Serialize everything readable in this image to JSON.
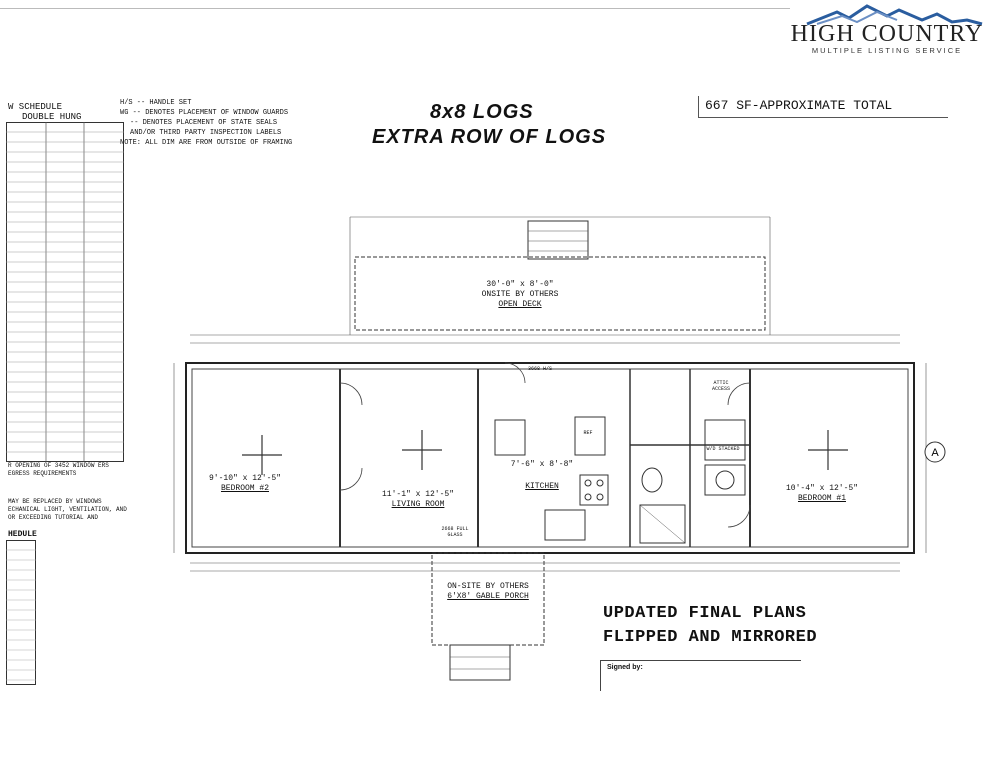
{
  "logo": {
    "title": "HIGH COUNTRY",
    "subtitle": "MULTIPLE LISTING SERVICE"
  },
  "plan": {
    "title_line1": "8x8 LOGS",
    "title_line2": "EXTRA ROW OF LOGS",
    "approx_total": "667 SF-APPROXIMATE TOTAL",
    "legend": [
      "H/S -- HANDLE SET",
      "WG -- DENOTES PLACEMENT OF WINDOW GUARDS",
      "-- DENOTES PLACEMENT OF STATE SEALS",
      "AND/OR THIRD PARTY INSPECTION LABELS",
      "NOTE: ALL DIM ARE FROM OUTSIDE OF FRAMING"
    ],
    "updated_line1": "UPDATED FINAL PLANS",
    "updated_line2": "FLIPPED AND MIRRORED",
    "signed_label": "Signed by:",
    "section_marker": "A"
  },
  "schedule": {
    "title_line1": "W SCHEDULE",
    "title_line2": "DOUBLE HUNG",
    "note": "R OPENING OF 3452 WINDOW ERS EGRESS REQUIREMENTS",
    "note2": "MAY BE REPLACED BY WINDOWS ECHANICAL LIGHT, VENTILATION, AND OR EXCEEDING TUTORIAL AND ",
    "title2": "HEDULE"
  },
  "rooms": {
    "deck": {
      "label": "OPEN DECK",
      "by": "ONSITE BY OTHERS",
      "size": "30'-0\" x 8'-0\""
    },
    "bedroom2": {
      "label": "BEDROOM #2",
      "size": "9'-10\" x 12'-5\""
    },
    "living": {
      "label": "LIVING ROOM",
      "size": "11'-1\" x 12'-5\""
    },
    "kitchen": {
      "label": "KITCHEN",
      "size": "7'-6\" x 8'-8\""
    },
    "bedroom1": {
      "label": "BEDROOM #1",
      "size": "10'-4\" x 12'-5\""
    },
    "porch": {
      "label": "6'X8' GABLE PORCH",
      "by": "ON-SITE BY OTHERS"
    },
    "stacked": "W/D STACKED",
    "ref": "REF",
    "attic": "ATTIC ACCESS",
    "full_glass": "2668 FULL GLASS",
    "door_3668": "3668 H/S"
  }
}
